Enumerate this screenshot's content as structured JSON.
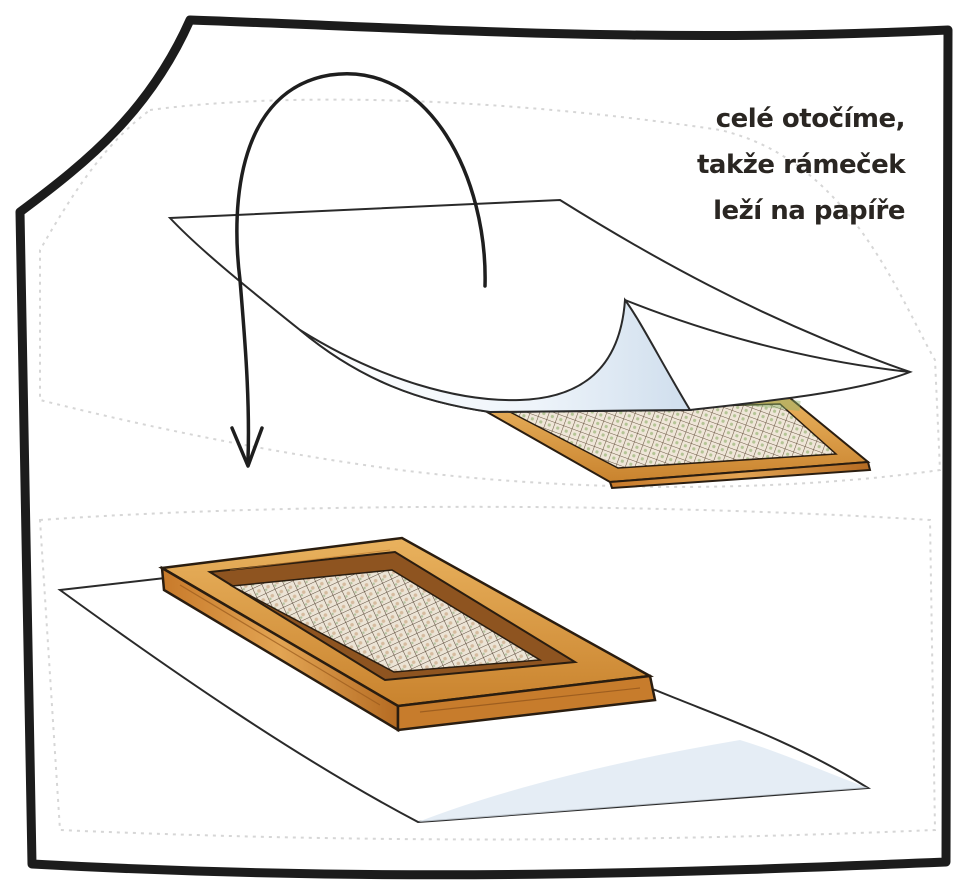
{
  "caption": {
    "lines": [
      "celé otočíme,",
      "takže rámeček",
      "leží na papíře"
    ]
  },
  "illustration": {
    "top_scene": "paper sheet being flipped over onto wooden frame with pulp-filled mesh",
    "bottom_scene": "wooden frame lying face-down on flat sheet of paper",
    "arrow": "curved-down-arrow-icon"
  },
  "colors": {
    "outline": "#1a1a1a",
    "wood_light": "#e3a24f",
    "wood_dark": "#a8621f",
    "paper_shade": "#d8e6f2",
    "mesh": "#5a4a3a"
  }
}
